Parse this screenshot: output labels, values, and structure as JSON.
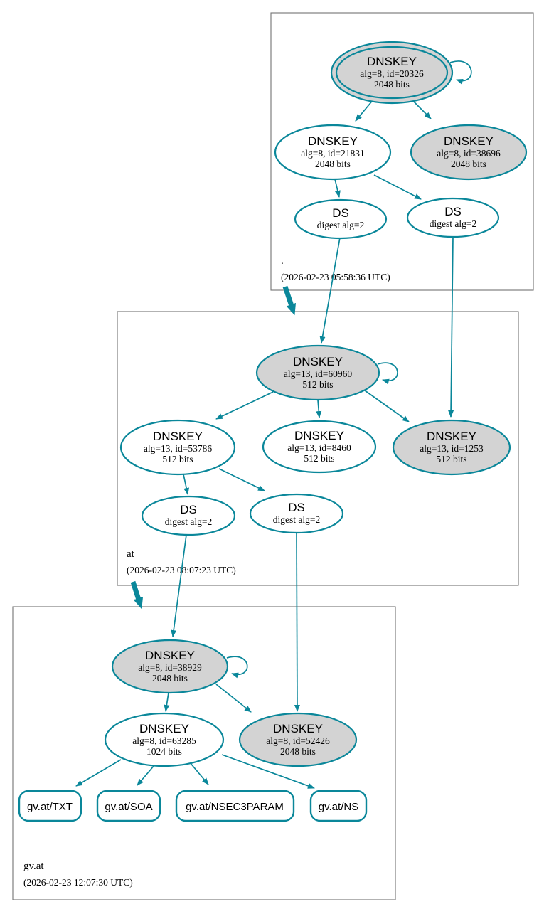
{
  "colors": {
    "edge_secure": "#0a879a",
    "node_fill_signed": "#d3d3d3",
    "node_fill_plain": "#ffffff",
    "zone_border": "#737373"
  },
  "zones": [
    {
      "label": ".",
      "timestamp": "(2026-02-23 05:58:36 UTC)",
      "nodes": {
        "key20326": {
          "title": "DNSKEY",
          "alg": "alg=8, id=20326",
          "bits": "2048 bits"
        },
        "key21831": {
          "title": "DNSKEY",
          "alg": "alg=8, id=21831",
          "bits": "2048 bits"
        },
        "key38696": {
          "title": "DNSKEY",
          "alg": "alg=8, id=38696",
          "bits": "2048 bits"
        },
        "dsLeft": {
          "title": "DS",
          "detail": "digest alg=2"
        },
        "dsRight": {
          "title": "DS",
          "detail": "digest alg=2"
        }
      }
    },
    {
      "label": "at",
      "timestamp": "(2026-02-23 08:07:23 UTC)",
      "nodes": {
        "key60960": {
          "title": "DNSKEY",
          "alg": "alg=13, id=60960",
          "bits": "512 bits"
        },
        "key53786": {
          "title": "DNSKEY",
          "alg": "alg=13, id=53786",
          "bits": "512 bits"
        },
        "key8460": {
          "title": "DNSKEY",
          "alg": "alg=13, id=8460",
          "bits": "512 bits"
        },
        "key1253": {
          "title": "DNSKEY",
          "alg": "alg=13, id=1253",
          "bits": "512 bits"
        },
        "dsLeft": {
          "title": "DS",
          "detail": "digest alg=2"
        },
        "dsRight": {
          "title": "DS",
          "detail": "digest alg=2"
        }
      }
    },
    {
      "label": "gv.at",
      "timestamp": "(2026-02-23 12:07:30 UTC)",
      "nodes": {
        "key38929": {
          "title": "DNSKEY",
          "alg": "alg=8, id=38929",
          "bits": "2048 bits"
        },
        "key63285": {
          "title": "DNSKEY",
          "alg": "alg=8, id=63285",
          "bits": "1024 bits"
        },
        "key52426": {
          "title": "DNSKEY",
          "alg": "alg=8, id=52426",
          "bits": "2048 bits"
        },
        "rrsetTxt": {
          "label": "gv.at/TXT"
        },
        "rrsetSoa": {
          "label": "gv.at/SOA"
        },
        "rrsetNsec3param": {
          "label": "gv.at/NSEC3PARAM"
        },
        "rrsetNs": {
          "label": "gv.at/NS"
        }
      }
    }
  ]
}
